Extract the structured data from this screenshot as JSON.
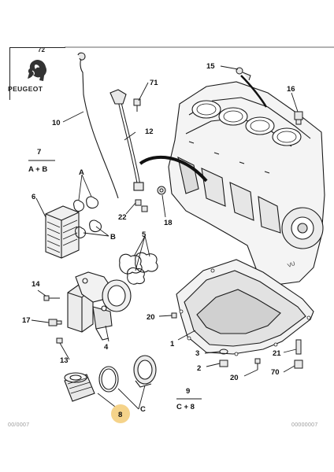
{
  "header": {
    "brand": "PEUGEOT",
    "corner_code": "72"
  },
  "callouts": {
    "c10": "10",
    "c71": "71",
    "c12": "12",
    "c15": "15",
    "c16": "16",
    "c7": "7",
    "c7_formula": "A + B",
    "cA": "A",
    "c6": "6",
    "cB": "B",
    "c22": "22",
    "c18": "18",
    "c5": "5",
    "c14": "14",
    "c17": "17",
    "c4": "4",
    "c13": "13",
    "c20a": "20",
    "c1": "1",
    "c3": "3",
    "c2": "2",
    "c21": "21",
    "c70": "70",
    "c20b": "20",
    "c9": "9",
    "c9_formula": "C + 8",
    "cC": "C",
    "c8": "8"
  },
  "footer": {
    "left": "00/0007",
    "right": "00000007"
  },
  "colors": {
    "line": "#1a1a1a",
    "highlight": "#f5d38a",
    "part_fill": "#f3f3f3",
    "shade": "#c9c9c9"
  }
}
